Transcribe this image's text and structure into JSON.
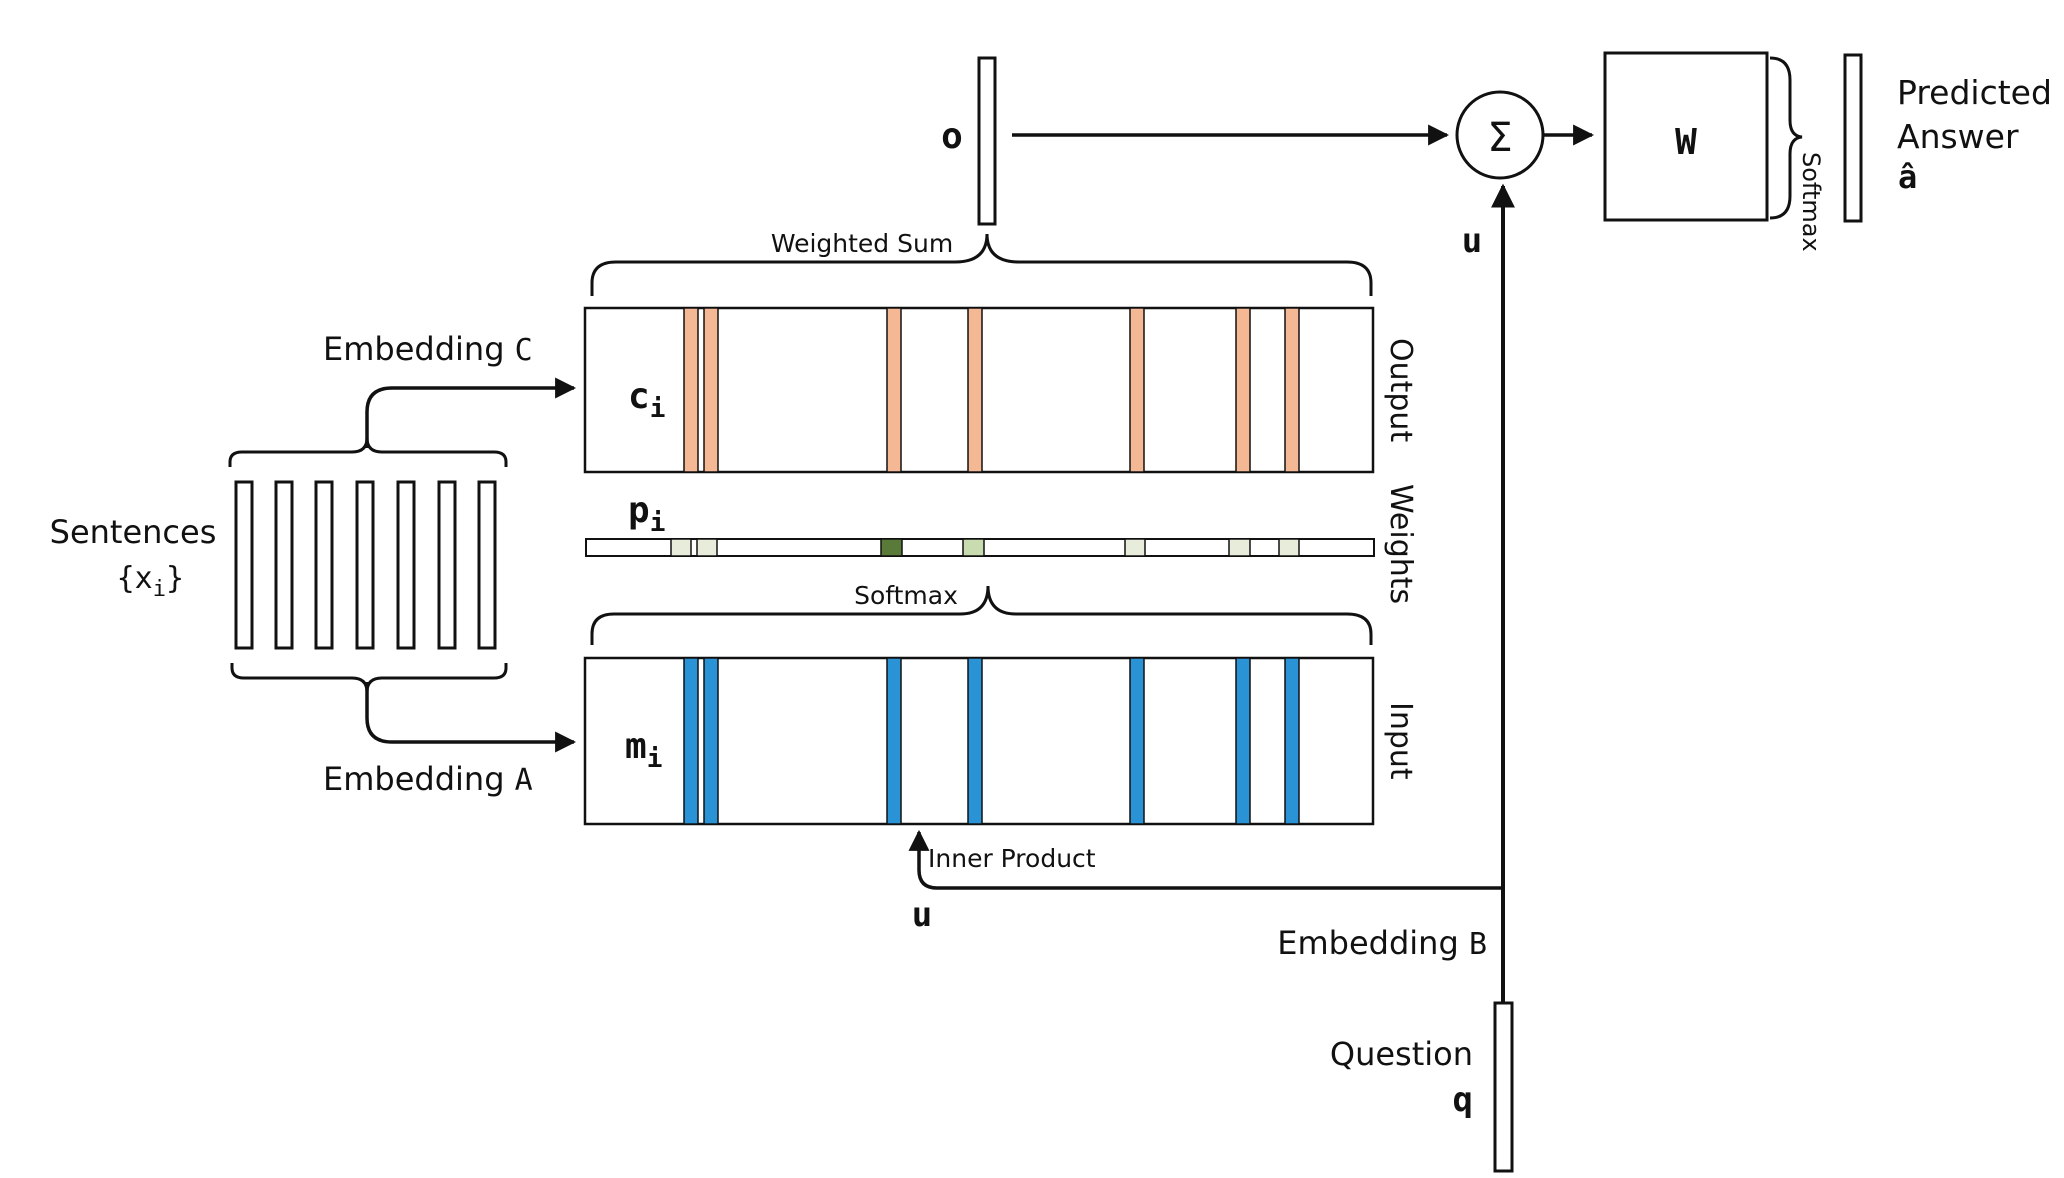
{
  "labels": {
    "o": "o",
    "sigma": "Σ",
    "w": "W",
    "predicted_line1": "Predicted",
    "predicted_line2": "Answer",
    "answer_symbol": "â",
    "softmax_top": "Softmax",
    "u_top": "u",
    "weighted_sum": "Weighted Sum",
    "embedding_c_text": "Embedding ",
    "embedding_c_symbol": "C",
    "c_i_base": "c",
    "c_i_sub": "i",
    "output": "Output",
    "sentences": "Sentences",
    "sentences_symbol_open": "{x",
    "sentences_symbol_sub": "i",
    "sentences_symbol_close": "}",
    "p_i_base": "p",
    "p_i_sub": "i",
    "weights": "Weights",
    "softmax_mid": "Softmax",
    "m_i_base": "m",
    "m_i_sub": "i",
    "input": "Input",
    "embedding_a_text": "Embedding ",
    "embedding_a_symbol": "A",
    "inner_product": "Inner Product",
    "u_bottom": "u",
    "embedding_b_text": "Embedding ",
    "embedding_b_symbol": "B",
    "question": "Question",
    "question_symbol": "q"
  },
  "colors": {
    "output_stripes": "#f5b895",
    "input_stripes": "#2a93d5",
    "line": "#111111",
    "weight_shades": [
      "#e8ecdb",
      "#e8ecdb",
      "#5a7a3a",
      "#c9dcb0",
      "#e8ecdb",
      "#e8ecdb",
      "#e8ecdb"
    ]
  },
  "sentence_count": 7,
  "memory_slot_count": 7
}
